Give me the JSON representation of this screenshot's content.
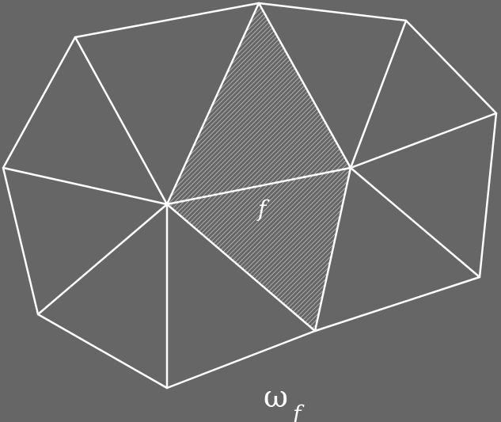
{
  "diagram": {
    "face_label": "f",
    "patch_label_main": "ω",
    "patch_label_sub": "f",
    "colors": {
      "background": "#666666",
      "edges": "#ffffff",
      "hatch": "#ffffff"
    }
  }
}
